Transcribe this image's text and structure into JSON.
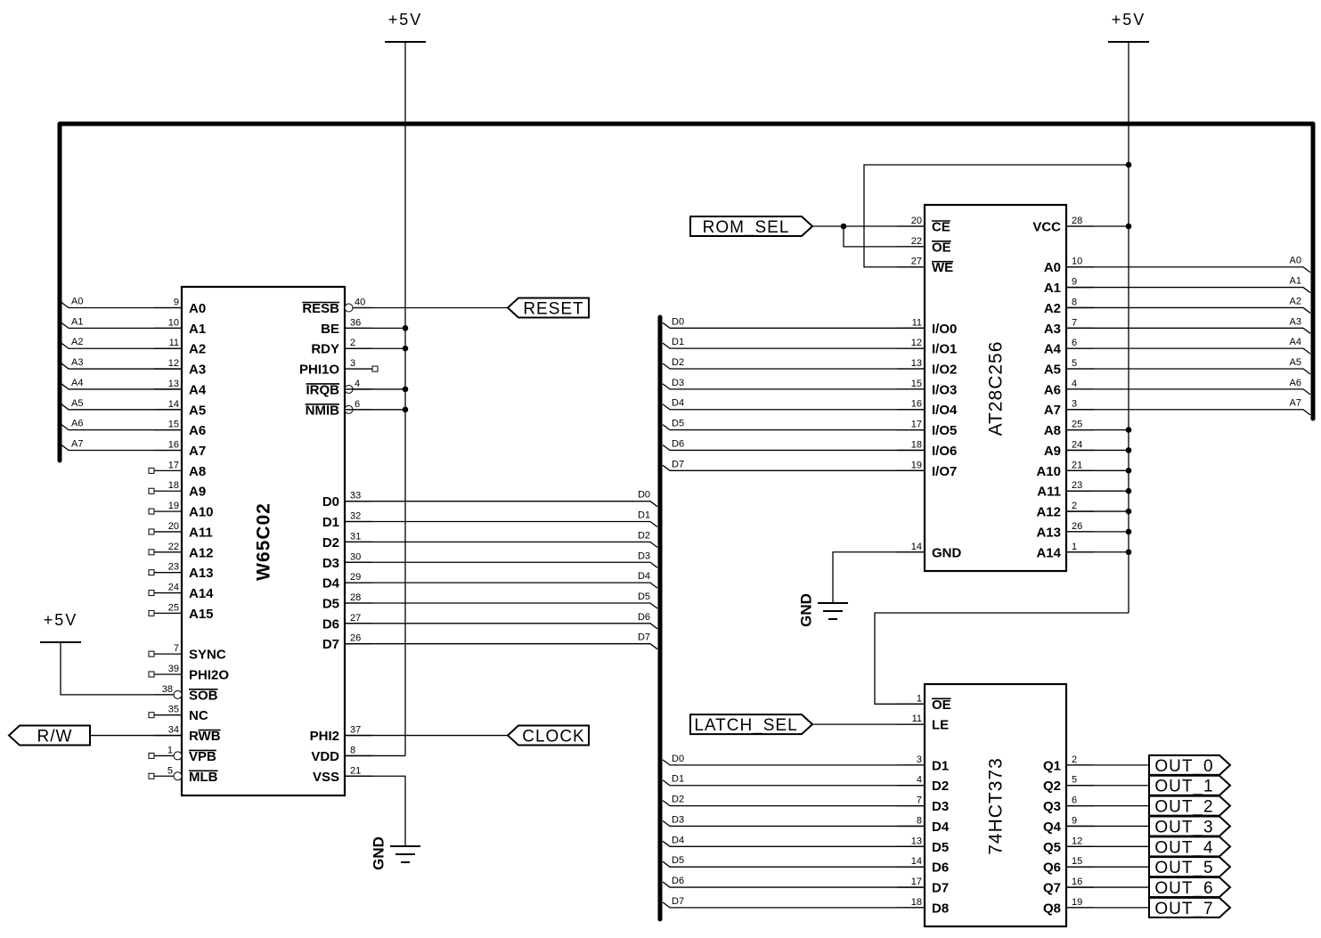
{
  "power": {
    "vcc_label": "+5V",
    "gnd_label": "GND"
  },
  "net_labels": {
    "reset": "RESET",
    "clock": "CLOCK",
    "rw": "R/W",
    "rom_sel": "ROM_SEL",
    "latch_sel": "LATCH_SEL"
  },
  "chips": {
    "cpu": {
      "part": "W65C02",
      "left": [
        {
          "name": "A0",
          "num": "9",
          "net": "A0"
        },
        {
          "name": "A1",
          "num": "10",
          "net": "A1"
        },
        {
          "name": "A2",
          "num": "11",
          "net": "A2"
        },
        {
          "name": "A3",
          "num": "12",
          "net": "A3"
        },
        {
          "name": "A4",
          "num": "13",
          "net": "A4"
        },
        {
          "name": "A5",
          "num": "14",
          "net": "A5"
        },
        {
          "name": "A6",
          "num": "15",
          "net": "A6"
        },
        {
          "name": "A7",
          "num": "16",
          "net": "A7"
        },
        {
          "name": "A8",
          "num": "17",
          "nc": true
        },
        {
          "name": "A9",
          "num": "18",
          "nc": true
        },
        {
          "name": "A10",
          "num": "19",
          "nc": true
        },
        {
          "name": "A11",
          "num": "20",
          "nc": true
        },
        {
          "name": "A12",
          "num": "22",
          "nc": true
        },
        {
          "name": "A13",
          "num": "23",
          "nc": true
        },
        {
          "name": "A14",
          "num": "24",
          "nc": true
        },
        {
          "name": "A15",
          "num": "25",
          "nc": true
        },
        {
          "name": "SYNC",
          "num": "7",
          "nc": true
        },
        {
          "name": "PHI2O",
          "num": "39",
          "nc": true
        },
        {
          "name": "SOB",
          "num": "38",
          "inverted": true,
          "active_low": true
        },
        {
          "name": "NC",
          "num": "35",
          "nc": true
        },
        {
          "name": "RWB",
          "num": "34",
          "active_low": true,
          "overbar_from": 1
        },
        {
          "name": "VPB",
          "num": "1",
          "nc": true,
          "inverted": true,
          "active_low": true
        },
        {
          "name": "MLB",
          "num": "5",
          "nc": true,
          "inverted": true,
          "active_low": true
        }
      ],
      "right": [
        {
          "name": "RESB",
          "num": "40",
          "inverted": true,
          "active_low": true
        },
        {
          "name": "BE",
          "num": "36"
        },
        {
          "name": "RDY",
          "num": "2"
        },
        {
          "name": "PHI1O",
          "num": "3",
          "nc": true
        },
        {
          "name": "IRQB",
          "num": "4",
          "inverted": true,
          "active_low": true
        },
        {
          "name": "NMIB",
          "num": "6",
          "inverted": true,
          "active_low": true
        },
        {
          "name": "D0",
          "num": "33",
          "net": "D0"
        },
        {
          "name": "D1",
          "num": "32",
          "net": "D1"
        },
        {
          "name": "D2",
          "num": "31",
          "net": "D2"
        },
        {
          "name": "D3",
          "num": "30",
          "net": "D3"
        },
        {
          "name": "D4",
          "num": "29",
          "net": "D4"
        },
        {
          "name": "D5",
          "num": "28",
          "net": "D5"
        },
        {
          "name": "D6",
          "num": "27",
          "net": "D6"
        },
        {
          "name": "D7",
          "num": "26",
          "net": "D7"
        },
        {
          "name": "PHI2",
          "num": "37"
        },
        {
          "name": "VDD",
          "num": "8"
        },
        {
          "name": "VSS",
          "num": "21"
        }
      ]
    },
    "rom": {
      "part": "AT28C256",
      "left": [
        {
          "name": "CE",
          "num": "20",
          "active_low": true
        },
        {
          "name": "OE",
          "num": "22",
          "active_low": true
        },
        {
          "name": "WE",
          "num": "27",
          "active_low": true
        },
        {
          "name": "I/O0",
          "num": "11",
          "net": "D0"
        },
        {
          "name": "I/O1",
          "num": "12",
          "net": "D1"
        },
        {
          "name": "I/O2",
          "num": "13",
          "net": "D2"
        },
        {
          "name": "I/O3",
          "num": "15",
          "net": "D3"
        },
        {
          "name": "I/O4",
          "num": "16",
          "net": "D4"
        },
        {
          "name": "I/O5",
          "num": "17",
          "net": "D5"
        },
        {
          "name": "I/O6",
          "num": "18",
          "net": "D6"
        },
        {
          "name": "I/O7",
          "num": "19",
          "net": "D7"
        },
        {
          "name": "GND",
          "num": "14"
        }
      ],
      "right": [
        {
          "name": "VCC",
          "num": "28"
        },
        {
          "name": "A0",
          "num": "10",
          "net": "A0"
        },
        {
          "name": "A1",
          "num": "9",
          "net": "A1"
        },
        {
          "name": "A2",
          "num": "8",
          "net": "A2"
        },
        {
          "name": "A3",
          "num": "7",
          "net": "A3"
        },
        {
          "name": "A4",
          "num": "6",
          "net": "A4"
        },
        {
          "name": "A5",
          "num": "5",
          "net": "A5"
        },
        {
          "name": "A6",
          "num": "4",
          "net": "A6"
        },
        {
          "name": "A7",
          "num": "3",
          "net": "A7"
        },
        {
          "name": "A8",
          "num": "25"
        },
        {
          "name": "A9",
          "num": "24"
        },
        {
          "name": "A10",
          "num": "21"
        },
        {
          "name": "A11",
          "num": "23"
        },
        {
          "name": "A12",
          "num": "2"
        },
        {
          "name": "A13",
          "num": "26"
        },
        {
          "name": "A14",
          "num": "1"
        }
      ]
    },
    "latch": {
      "part": "74HCT373",
      "left": [
        {
          "name": "OE",
          "num": "1",
          "active_low": true
        },
        {
          "name": "LE",
          "num": "11"
        },
        {
          "name": "D1",
          "num": "3",
          "net": "D0"
        },
        {
          "name": "D2",
          "num": "4",
          "net": "D1"
        },
        {
          "name": "D3",
          "num": "7",
          "net": "D2"
        },
        {
          "name": "D4",
          "num": "8",
          "net": "D3"
        },
        {
          "name": "D5",
          "num": "13",
          "net": "D4"
        },
        {
          "name": "D6",
          "num": "14",
          "net": "D5"
        },
        {
          "name": "D7",
          "num": "17",
          "net": "D6"
        },
        {
          "name": "D8",
          "num": "18",
          "net": "D7"
        }
      ],
      "right": [
        {
          "name": "Q1",
          "num": "2",
          "net": "OUT_0"
        },
        {
          "name": "Q2",
          "num": "5",
          "net": "OUT_1"
        },
        {
          "name": "Q3",
          "num": "6",
          "net": "OUT_2"
        },
        {
          "name": "Q4",
          "num": "9",
          "net": "OUT_3"
        },
        {
          "name": "Q5",
          "num": "12",
          "net": "OUT_4"
        },
        {
          "name": "Q6",
          "num": "15",
          "net": "OUT_5"
        },
        {
          "name": "Q7",
          "num": "16",
          "net": "OUT_6"
        },
        {
          "name": "Q8",
          "num": "19",
          "net": "OUT_7"
        }
      ]
    }
  }
}
